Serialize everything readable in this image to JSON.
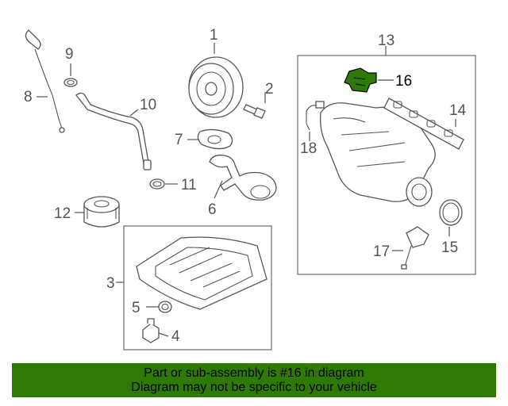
{
  "callouts": {
    "c1": "1",
    "c2": "2",
    "c3": "3",
    "c4": "4",
    "c5": "5",
    "c6": "6",
    "c7": "7",
    "c8": "8",
    "c9": "9",
    "c10": "10",
    "c11": "11",
    "c12": "12",
    "c13": "13",
    "c14": "14",
    "c15": "15",
    "c16": "16",
    "c17": "17",
    "c18": "18"
  },
  "highlight": {
    "part_number": "16",
    "color": "#2f7a06"
  },
  "banner": {
    "line1": "Part or sub-assembly is #16 in diagram",
    "line2": "Diagram may not be specific to your vehicle",
    "background": "#2f7a06"
  }
}
